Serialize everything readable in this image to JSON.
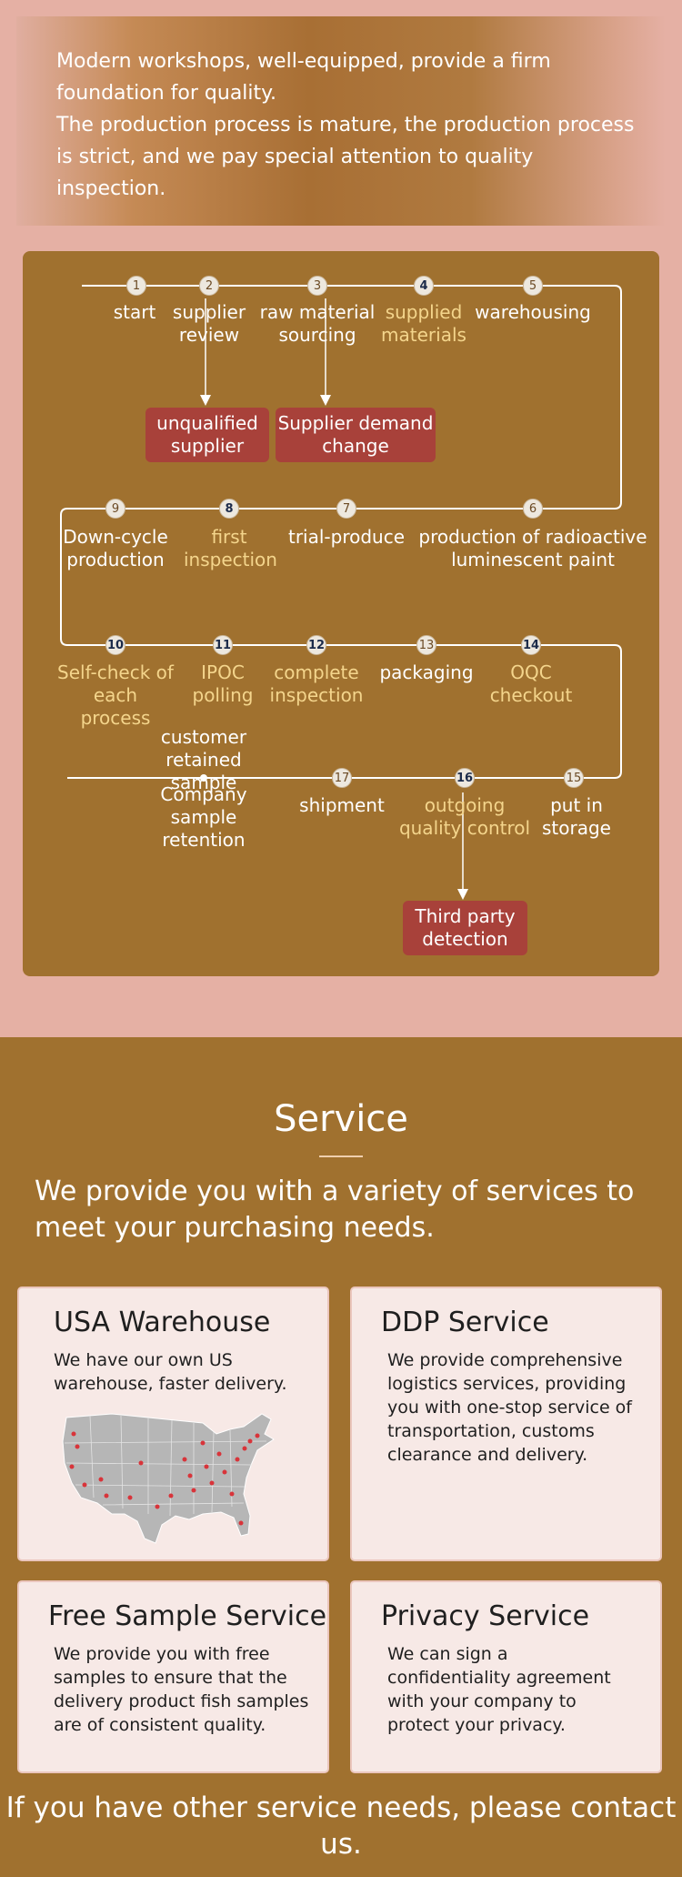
{
  "hero": {
    "line1": "Modern workshops, well-equipped, provide a firm foundation for quality.",
    "line2": "The production process is mature, the production process is strict, and we pay special attention to quality inspection."
  },
  "process": {
    "steps": {
      "s1": {
        "num": "1",
        "label": "start"
      },
      "s2": {
        "num": "2",
        "label": "supplier review"
      },
      "s3": {
        "num": "3",
        "label": "raw material sourcing"
      },
      "s4": {
        "num": "4",
        "label": "supplied materials"
      },
      "s5": {
        "num": "5",
        "label": "warehousing"
      },
      "s6": {
        "num": "6",
        "label": "production of radioactive luminescent paint"
      },
      "s7": {
        "num": "7",
        "label": "trial-produce"
      },
      "s8": {
        "num": "8",
        "label": "first inspection"
      },
      "s9": {
        "num": "9",
        "label": "Down-cycle production"
      },
      "s10": {
        "num": "10",
        "label": "Self-check of each process"
      },
      "s11": {
        "num": "11",
        "label": "IPOC polling"
      },
      "s12": {
        "num": "12",
        "label": "complete inspection"
      },
      "s13": {
        "num": "13",
        "label": "packaging"
      },
      "s14": {
        "num": "14",
        "label": "OQC checkout"
      },
      "s15": {
        "num": "15",
        "label": "put in storage"
      },
      "s16": {
        "num": "16",
        "label": "outgoing quality control"
      },
      "s17": {
        "num": "17",
        "label": "shipment"
      }
    },
    "branches": {
      "unqualified": "unqualified supplier",
      "demand_change": "Supplier demand change",
      "third_party": "Third party detection",
      "customer_sample": "customer retained sample",
      "company_sample": "Company sample retention"
    },
    "colors": {
      "highlight": "#f4d58c",
      "box": "#a8413a",
      "panel": "#a0712f"
    }
  },
  "service": {
    "title": "Service",
    "subtitle": "We provide you with a variety of services to meet your purchasing needs.",
    "cards": [
      {
        "title": "USA Warehouse",
        "text": "We have our own US warehouse, faster delivery.",
        "image": "usa-map"
      },
      {
        "title": "DDP Service",
        "text": "We provide comprehensive logistics services, providing you with one-stop service of transportation, customs clearance and delivery."
      },
      {
        "title": "Free Sample Service",
        "text": "We provide you with free samples to ensure that the delivery product fish samples are of consistent quality."
      },
      {
        "title": "Privacy Service",
        "text": "We can sign a confidentiality agreement with your company to protect your privacy."
      }
    ],
    "contact": "If you have other service needs, please contact us."
  }
}
